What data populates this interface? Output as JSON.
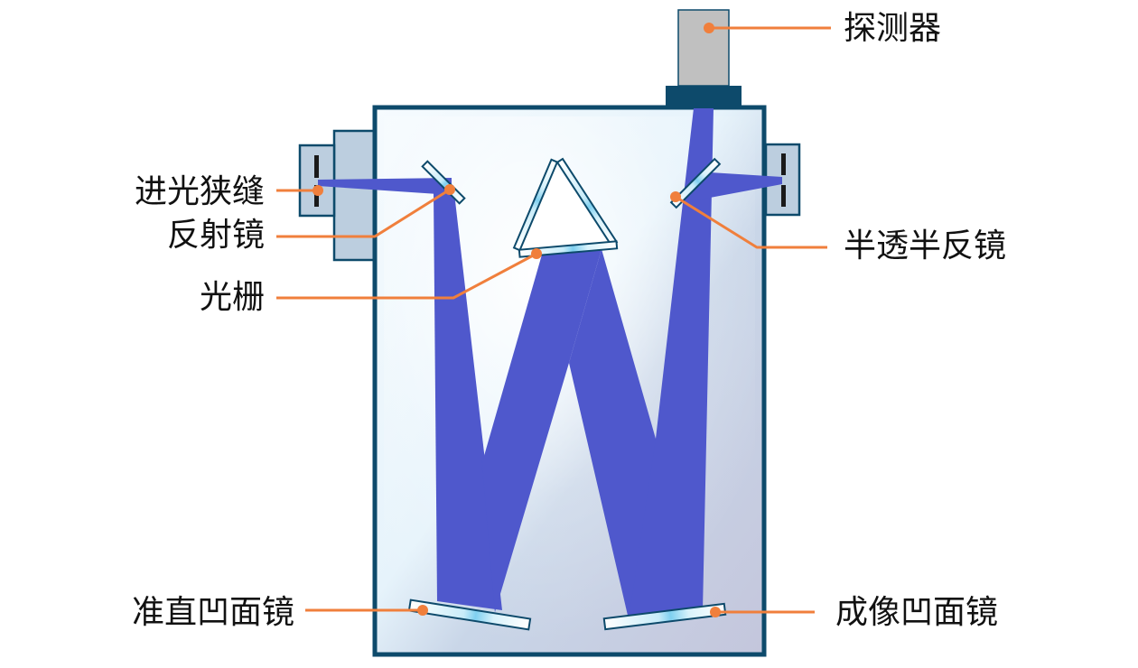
{
  "title": "",
  "colors": {
    "housing_border": "#0d4a6b",
    "housing_fill_top": "#f3f9fd",
    "housing_fill_bottom": "#c6c9de",
    "side_box_fill": "#bccedf",
    "beam": "#4f58cc",
    "leader": "#f07f3c",
    "detector_body": "#c0c0c0",
    "detector_base": "#0d4a6b",
    "mirror_fill": "#e8f6fc",
    "mirror_highlight": "#88d6f2"
  },
  "labels": {
    "detector": "探测器",
    "entrance_slit": "进光狭缝",
    "reflector": "反射镜",
    "grating": "光栅",
    "beam_splitter": "半透半反镜",
    "collimating_mirror": "准直凹面镜",
    "imaging_mirror": "成像凹面镜"
  }
}
